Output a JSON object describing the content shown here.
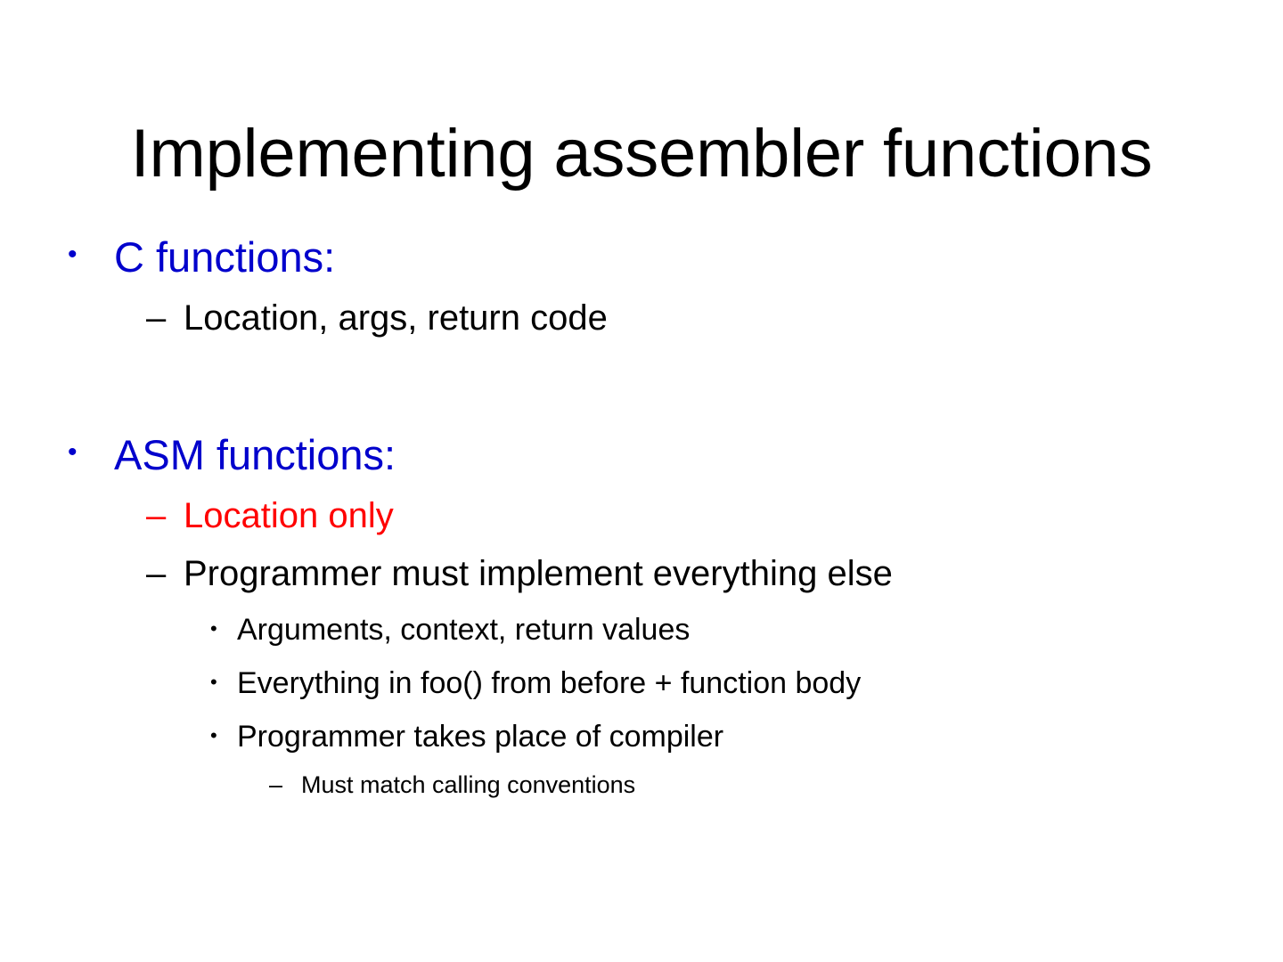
{
  "slide": {
    "title": "Implementing assembler functions",
    "background_color": "#ffffff",
    "colors": {
      "title": "#000000",
      "level1": "#0000cc",
      "body": "#000000",
      "highlight": "#ff0000"
    },
    "markers": {
      "bullet": "•",
      "dash": "–"
    },
    "outline": [
      {
        "level": 1,
        "marker": "•",
        "text": "C functions:",
        "color": "#0000cc"
      },
      {
        "level": 2,
        "marker": "–",
        "text": "Location, args, return code",
        "color": "#000000"
      },
      {
        "level": 1,
        "marker": "•",
        "text": "ASM functions:",
        "color": "#0000cc"
      },
      {
        "level": 2,
        "marker": "–",
        "text": "Location only",
        "color": "#ff0000"
      },
      {
        "level": 2,
        "marker": "–",
        "text": "Programmer must implement everything else",
        "color": "#000000"
      },
      {
        "level": 3,
        "marker": "•",
        "text": "Arguments, context, return values",
        "color": "#000000"
      },
      {
        "level": 3,
        "marker": "•",
        "text": "Everything in foo() from before + function body",
        "color": "#000000"
      },
      {
        "level": 3,
        "marker": "•",
        "text": "Programmer takes place of compiler",
        "color": "#000000"
      },
      {
        "level": 4,
        "marker": "–",
        "text": "Must match calling conventions",
        "color": "#000000"
      }
    ]
  }
}
